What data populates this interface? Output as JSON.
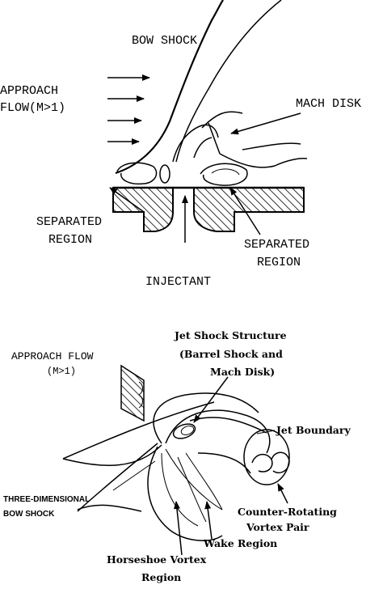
{
  "top_diagram": {
    "bow_shock": "BOW SHOCK",
    "approach_flow_line1": "APPROACH",
    "approach_flow_line2": "FLOW(M>1)",
    "mach_disk": "MACH DISK",
    "separated_left_line1": "SEPARATED",
    "separated_left_line2": "REGION",
    "separated_right_line1": "SEPARATED",
    "separated_right_line2": "REGION",
    "injectant": "INJECTANT"
  },
  "bottom_diagram": {
    "approach_flow_line1": "APPROACH FLOW",
    "approach_flow_line2": "(M>1)",
    "jet_shock_line1": "Jet Shock Structure",
    "jet_shock_line2": "(Barrel Shock and",
    "jet_shock_line3": "Mach Disk)",
    "jet_boundary": "Jet Boundary",
    "three_dim_line1": "THREE-DIMENSIONAL",
    "three_dim_line2": "BOW SHOCK",
    "counter_rotating_line1": "Counter-Rotating",
    "counter_rotating_line2": "Vortex Pair",
    "wake_region": "Wake Region",
    "horseshoe_line1": "Horseshoe Vortex",
    "horseshoe_line2": "Region"
  }
}
